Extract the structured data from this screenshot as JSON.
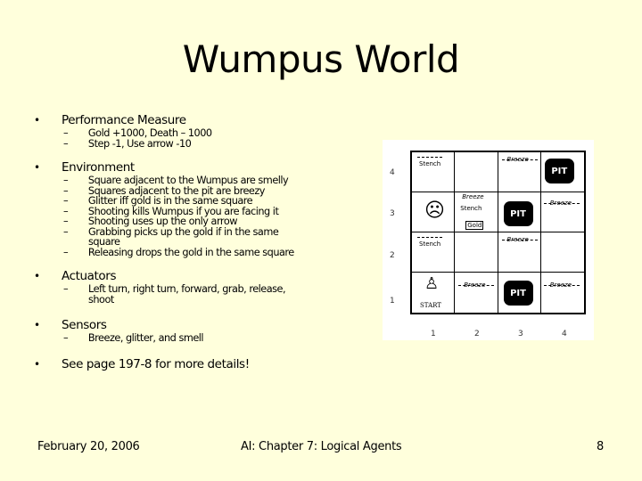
{
  "slide": {
    "title": "Wumpus World",
    "background": "#ffffdc",
    "bullets": [
      {
        "label": "Performance Measure",
        "subs": [
          "Gold +1000, Death – 1000",
          "Step -1, Use arrow -10"
        ]
      },
      {
        "label": "Environment",
        "subs": [
          "Square adjacent to the Wumpus are smelly",
          "Squares adjacent to the pit are breezy",
          "Glitter iff gold is in the same square",
          "Shooting kills Wumpus if you are facing it",
          "Shooting uses up the only arrow",
          "Grabbing picks up the gold if in the same square",
          "Releasing drops the gold in the same square"
        ]
      },
      {
        "label": "Actuators",
        "subs": [
          "Left turn, right turn, forward, grab, release, shoot"
        ]
      },
      {
        "label": "Sensors",
        "subs": [
          "Breeze, glitter, and smell"
        ]
      },
      {
        "label": "See page 197-8 for more details!",
        "subs": []
      }
    ],
    "bullet_glyph": "•",
    "dash_glyph": "–"
  },
  "figure": {
    "row_labels": [
      "4",
      "3",
      "2",
      "1"
    ],
    "col_labels": [
      "1",
      "2",
      "3",
      "4"
    ],
    "pit_label": "PIT",
    "stench_label": "Stench",
    "breeze_label": "Breeze",
    "gold_label": "Gold",
    "start_label": "START"
  },
  "footer": {
    "date": "February 20, 2006",
    "course": "AI: Chapter 7: Logical Agents",
    "page": "8"
  }
}
